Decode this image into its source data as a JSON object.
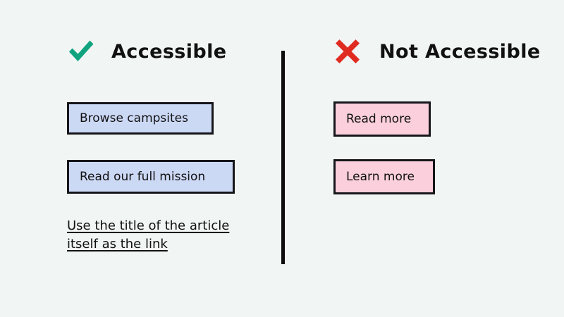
{
  "background_color": "#f1f5f4",
  "divider": {
    "name": "vertical-divider",
    "color": "#0d0d0d"
  },
  "columns": {
    "accessible": {
      "icon": "check-icon",
      "icon_color": "#11a37f",
      "heading": "Accessible",
      "buttons": [
        {
          "label": "Browse campsites",
          "fill": "#ccd9f5",
          "border": "#16161a"
        },
        {
          "label": "Read our full mission",
          "fill": "#ccd9f5",
          "border": "#16161a"
        }
      ],
      "note": {
        "line1": "Use the title of the article",
        "line2": "itself as the link"
      }
    },
    "not_accessible": {
      "icon": "cross-icon",
      "icon_color": "#e02b20",
      "heading": "Not Accessible",
      "buttons": [
        {
          "label": "Read more",
          "fill": "#fbd0dc",
          "border": "#16161a"
        },
        {
          "label": "Learn more",
          "fill": "#fbd0dc",
          "border": "#16161a"
        }
      ]
    }
  }
}
